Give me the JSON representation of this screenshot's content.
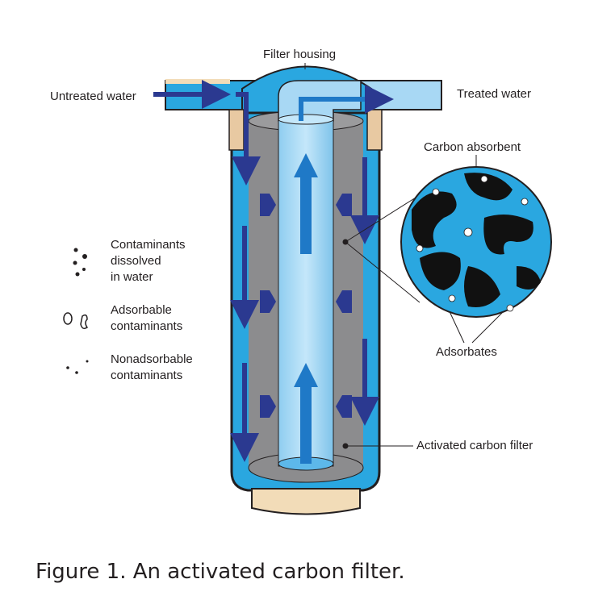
{
  "labels": {
    "filter_housing": "Filter housing",
    "untreated_water": "Untreated water",
    "treated_water": "Treated water",
    "carbon_absorbent": "Carbon absorbent",
    "adsorbates": "Adsorbates",
    "activated_carbon_filter": "Activated carbon filter"
  },
  "legend": [
    {
      "line1": "Contaminants",
      "line2": "dissolved",
      "line3": "in water"
    },
    {
      "line1": "Adsorbable",
      "line2": "contaminants"
    },
    {
      "line1": "Nonadsorbable",
      "line2": "contaminants"
    }
  ],
  "caption": "Figure 1. An activated carbon filter.",
  "colors": {
    "water": "#2aa7e0",
    "arrow": "#2b3990",
    "carbon": "#8c8c8e",
    "tube": "#a8d8f4",
    "housing": "#f2dcb8"
  }
}
